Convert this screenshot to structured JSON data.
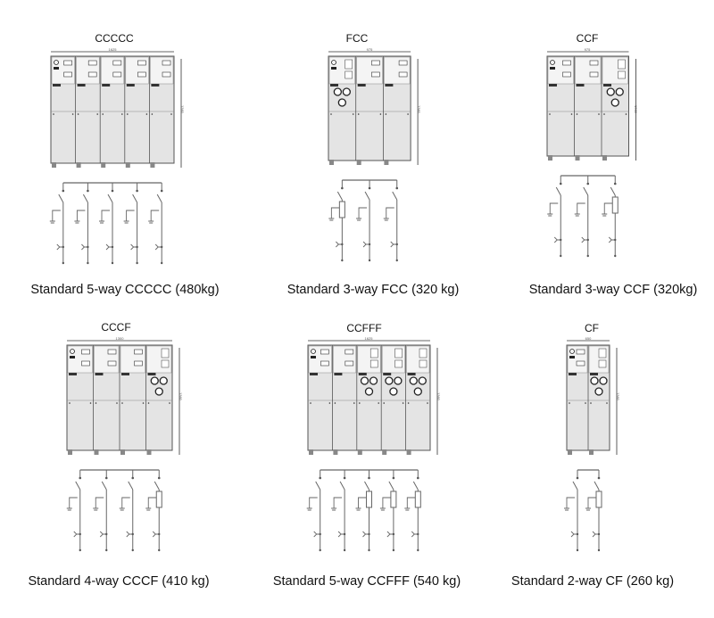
{
  "diagrams": [
    {
      "code": "CCCCC",
      "caption": "Standard 5-way CCCCC (480kg)",
      "width_mm": "1625",
      "height_mm": "1360"
    },
    {
      "code": "FCC",
      "caption": "Standard 3-way FCC (320 kg)",
      "width_mm": "975",
      "height_mm": "1360"
    },
    {
      "code": "CCF",
      "caption": "Standard 3-way CCF (320kg)",
      "width_mm": "975",
      "height_mm": "1360"
    },
    {
      "code": "CCCF",
      "caption": "Standard 4-way CCCF (410 kg)",
      "width_mm": "1300",
      "height_mm": "1360"
    },
    {
      "code": "CCFFF",
      "caption": "Standard 5-way CCFFF (540 kg)",
      "width_mm": "1625",
      "height_mm": "1360"
    },
    {
      "code": "CF",
      "caption": "Standard 2-way CF (260 kg)",
      "width_mm": "650",
      "height_mm": "1360"
    }
  ],
  "colors": {
    "panel": "#e4e4e4",
    "line": "#555555",
    "schematic": "#666666"
  }
}
